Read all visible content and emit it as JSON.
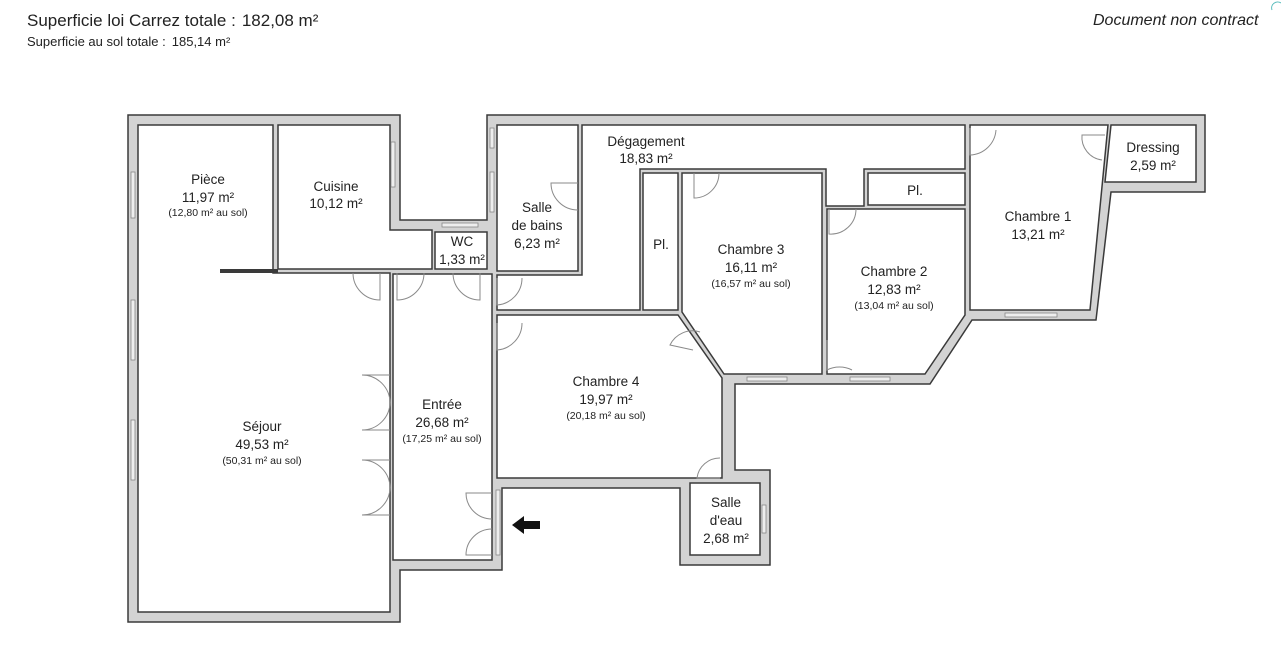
{
  "header": {
    "carrez_label": "Superficie loi Carrez totale :",
    "carrez_value": "182,08 m²",
    "sol_label": "Superficie au sol totale :",
    "sol_value": "185,14 m²",
    "disclaimer": "Document non contract"
  },
  "rooms": {
    "piece": {
      "name": "Pièce",
      "area": "11,97 m²",
      "floor": "(12,80 m² au sol)"
    },
    "cuisine": {
      "name": "Cuisine",
      "area": "10,12 m²"
    },
    "wc": {
      "name": "WC",
      "area": "1,33 m²"
    },
    "sdb": {
      "name1": "Salle",
      "name2": "de bains",
      "area": "6,23 m²"
    },
    "degagement": {
      "name": "Dégagement",
      "area": "18,83 m²"
    },
    "placard1": {
      "name": "Pl."
    },
    "placard2": {
      "name": "Pl."
    },
    "chambre3": {
      "name": "Chambre 3",
      "area": "16,11 m²",
      "floor": "(16,57 m² au sol)"
    },
    "chambre2": {
      "name": "Chambre 2",
      "area": "12,83 m²",
      "floor": "(13,04 m² au sol)"
    },
    "chambre1": {
      "name": "Chambre 1",
      "area": "13,21 m²"
    },
    "dressing": {
      "name": "Dressing",
      "area": "2,59 m²"
    },
    "sejour": {
      "name": "Séjour",
      "area": "49,53 m²",
      "floor": "(50,31 m² au sol)"
    },
    "entree": {
      "name": "Entrée",
      "area": "26,68 m²",
      "floor": "(17,25 m² au sol)"
    },
    "chambre4": {
      "name": "Chambre 4",
      "area": "19,97 m²",
      "floor": "(20,18 m² au sol)"
    },
    "salle_eau": {
      "name1": "Salle",
      "name2": "d'eau",
      "area": "2,68 m²"
    }
  },
  "icons": {
    "entrance": "entrance-arrow-icon"
  }
}
